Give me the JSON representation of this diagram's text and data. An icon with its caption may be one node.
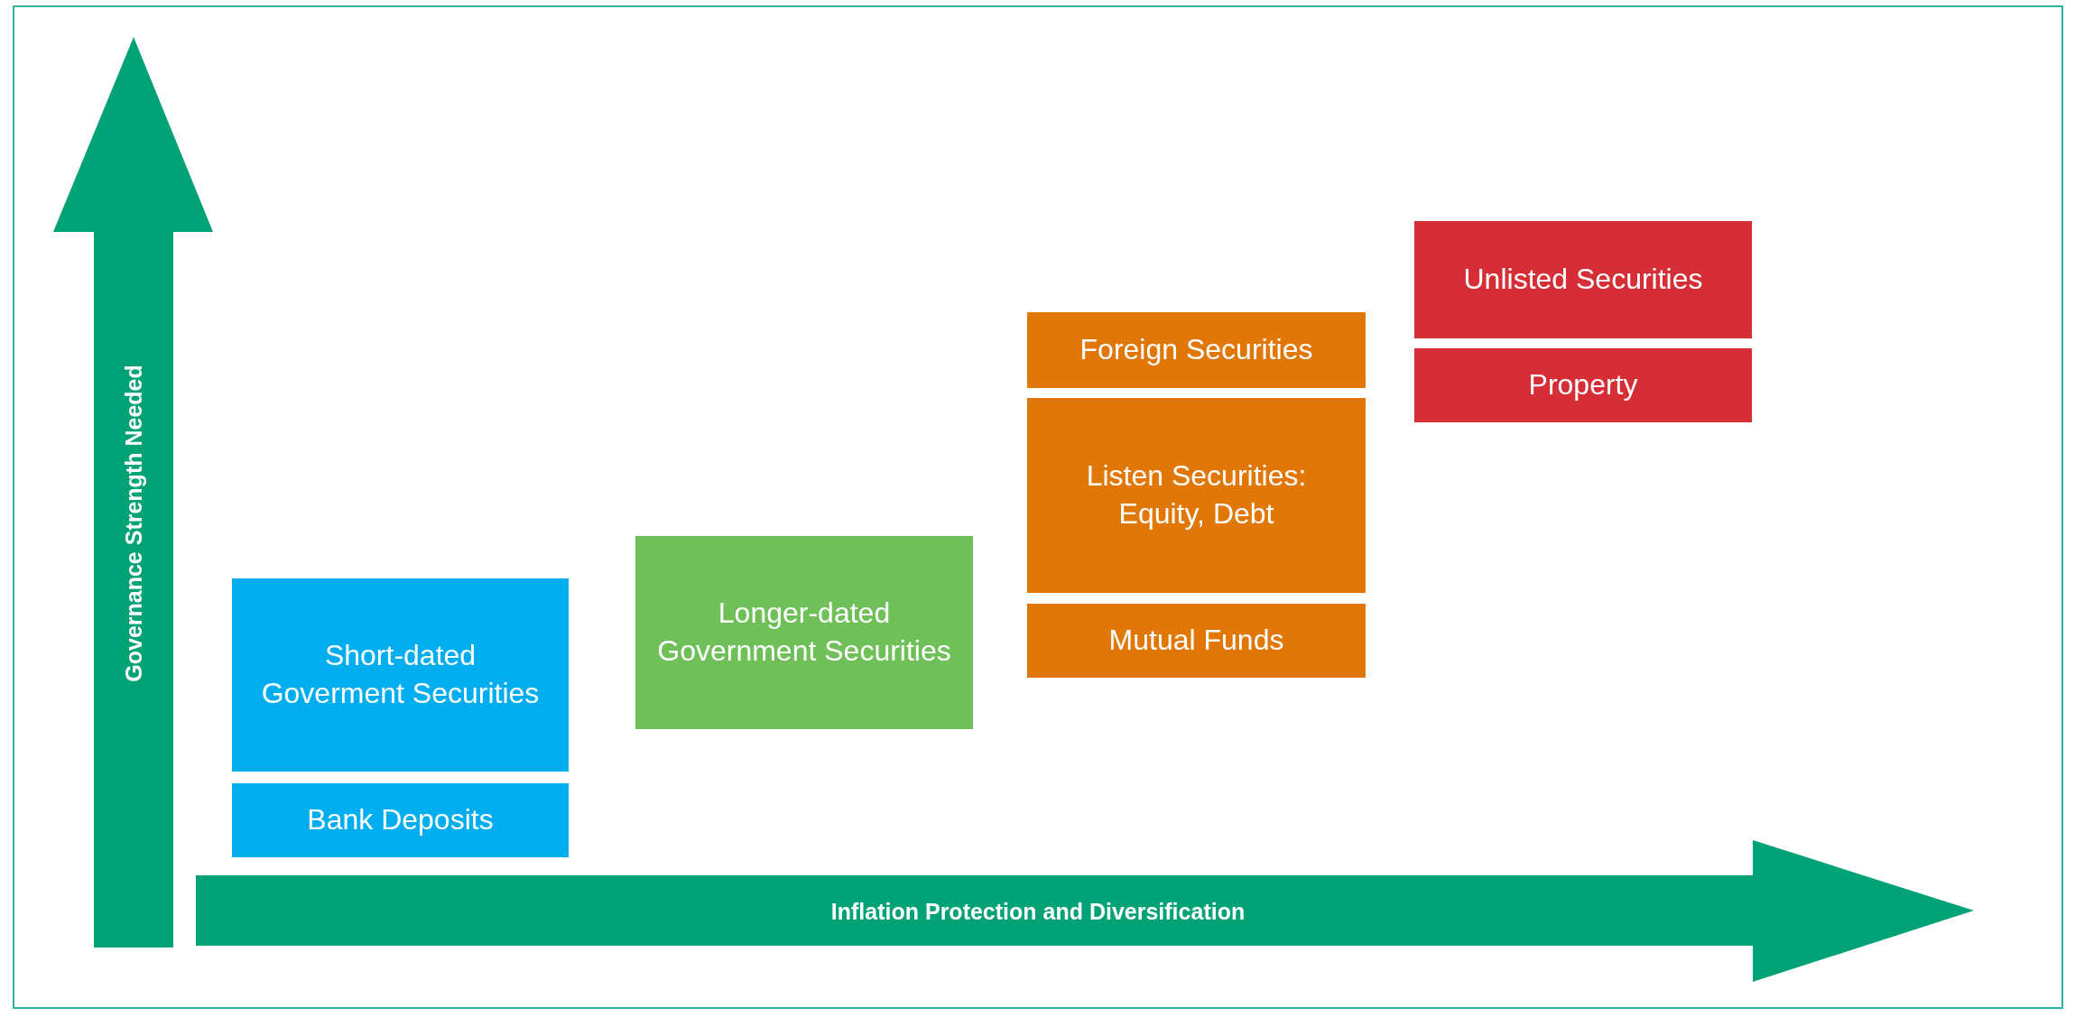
{
  "diagram": {
    "nodes": [
      {
        "text": [
          "Short-dated Goverment Securities"
        ]
      },
      {
        "text": [
          "Bank Deposits"
        ]
      },
      {
        "text": [
          "Longer-dated Government Securities"
        ]
      },
      {
        "text": [
          "Foreign Securities"
        ]
      },
      {
        "text": [
          "Listen Securities: Equity, Debt"
        ]
      },
      {
        "text": [
          "Mutual Funds"
        ]
      },
      {
        "text": [
          "Unlisted Securities"
        ]
      },
      {
        "text": [
          "Property"
        ]
      }
    ],
    "edges": [],
    "labels": [
      "Governance Strength Needed",
      "Inflation Protection and Diversification"
    ]
  }
}
